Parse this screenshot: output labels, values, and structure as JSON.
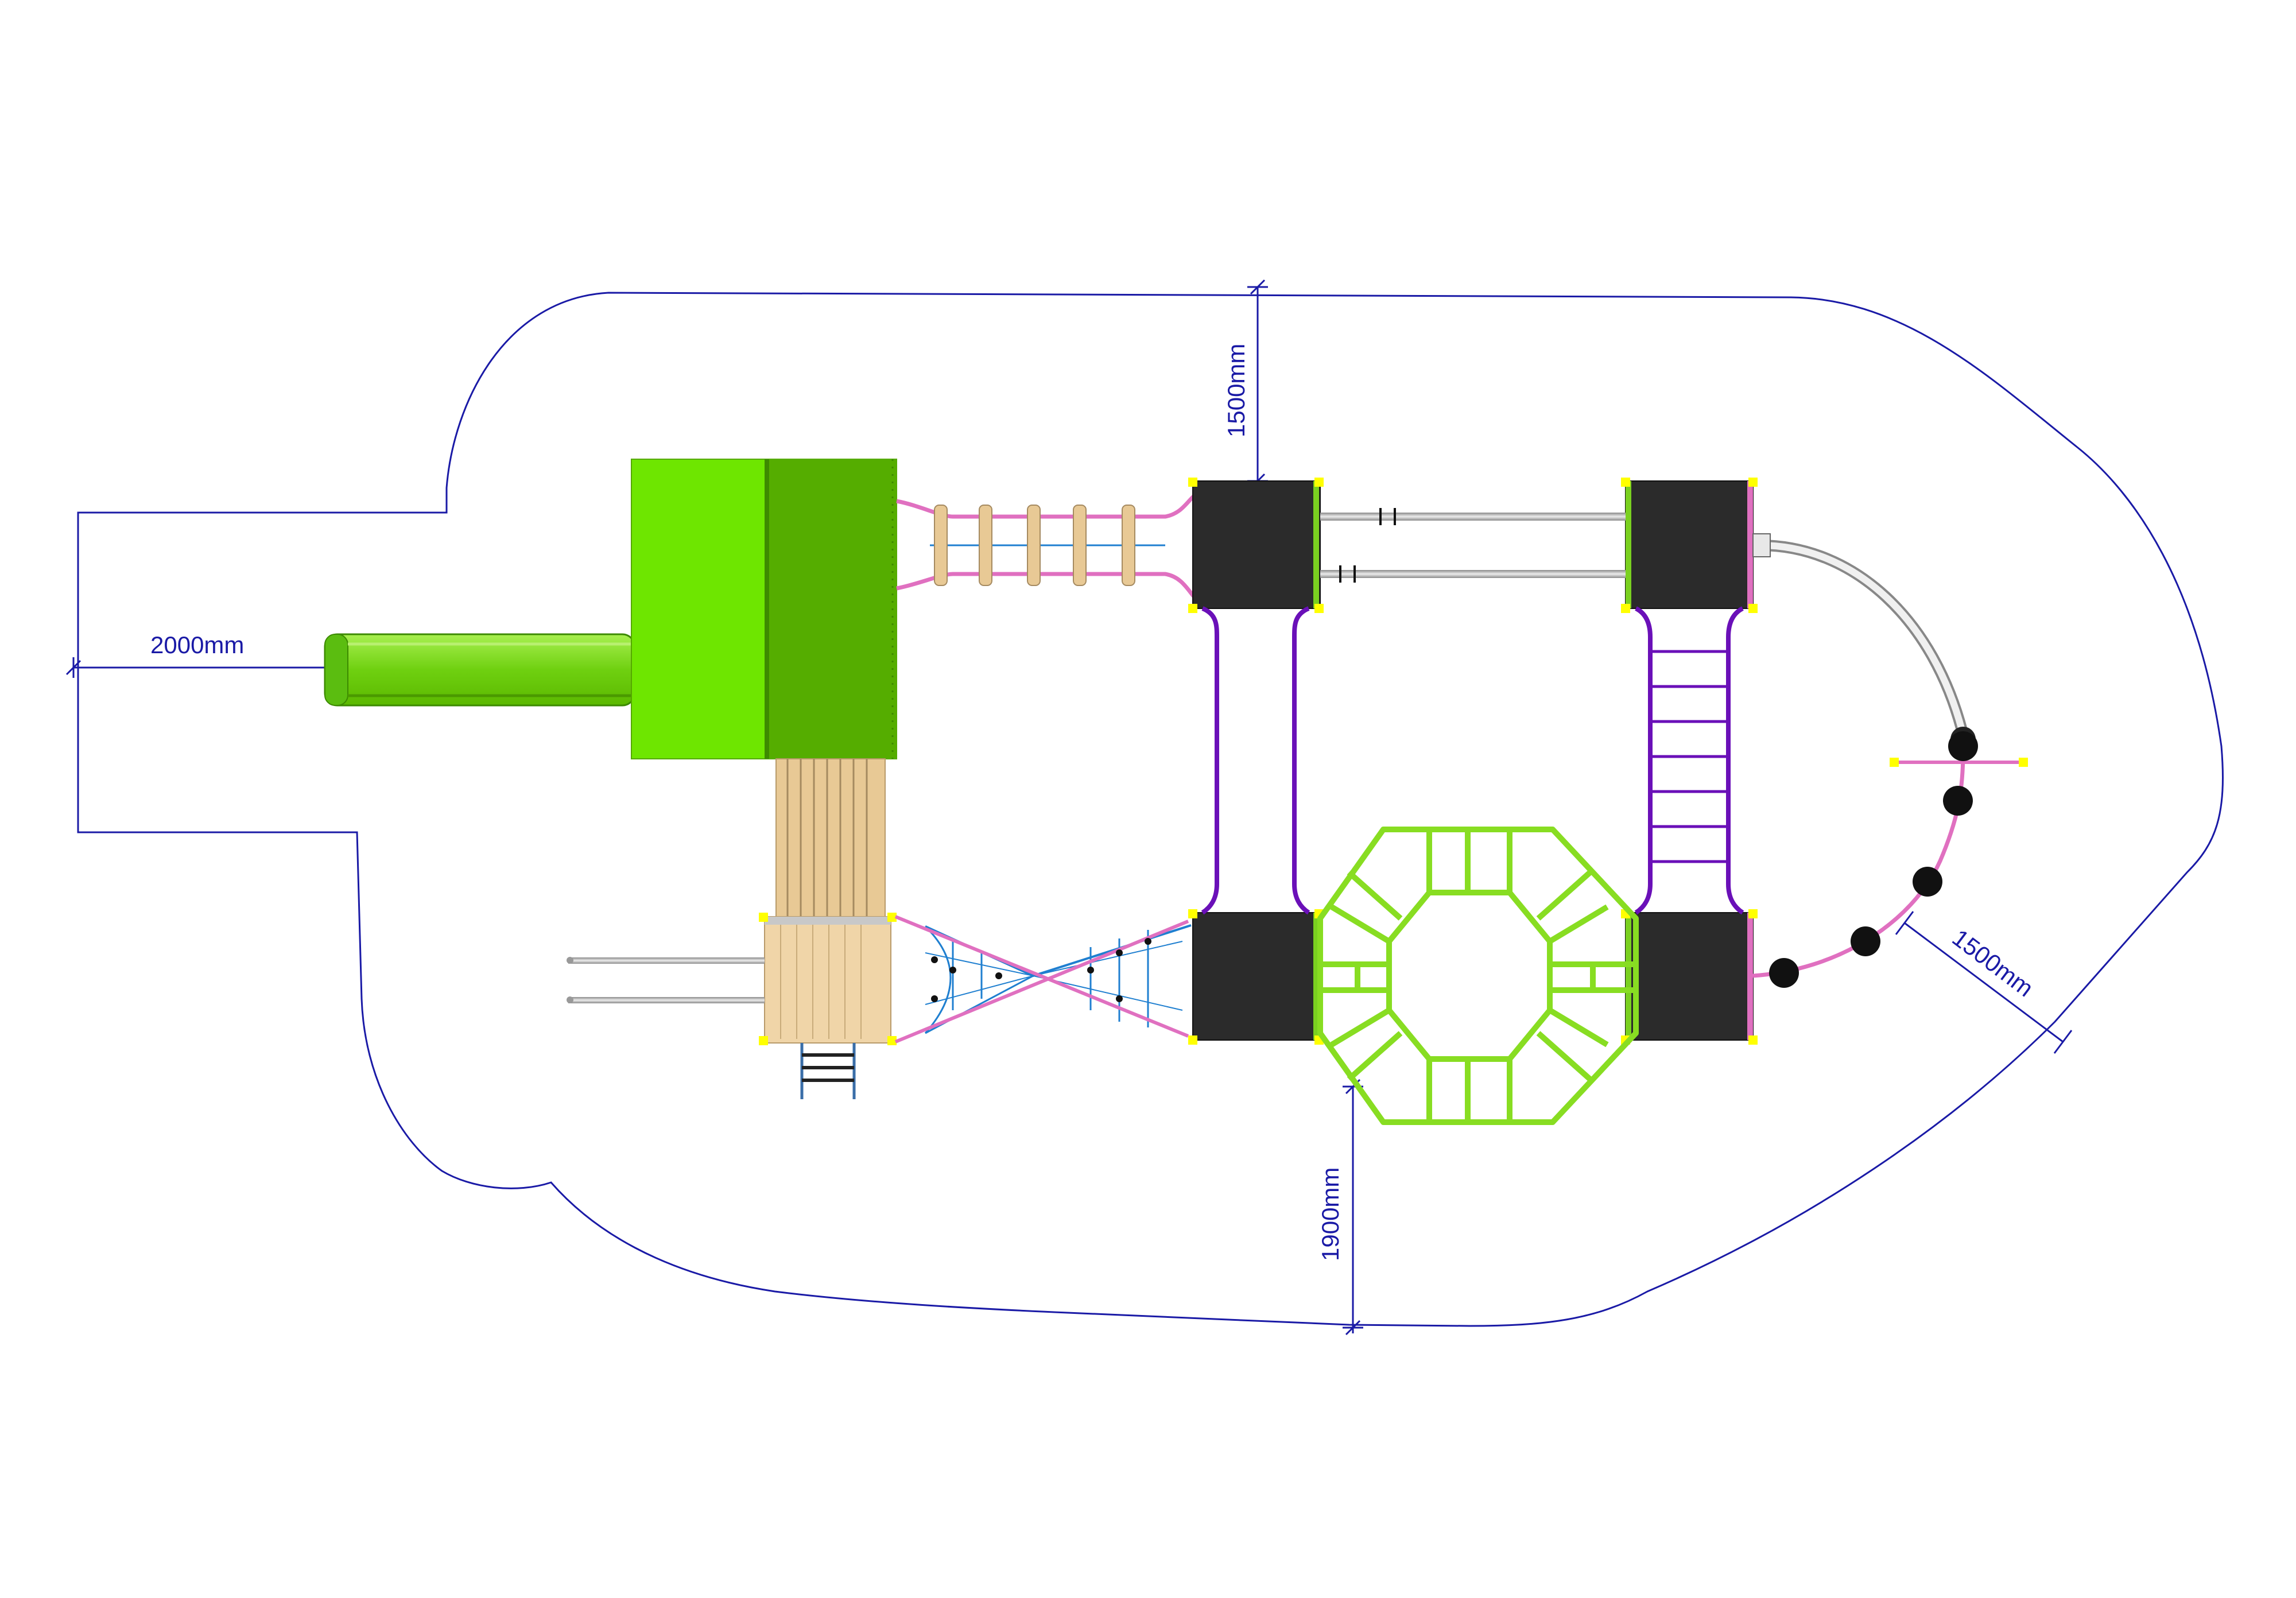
{
  "drawing": {
    "dimensions": {
      "left_clearance": "2000mm",
      "top_clearance": "1500mm",
      "bottom_clearance": "1900mm",
      "right_clearance": "1500mm"
    }
  },
  "colors": {
    "boundary_line": "#1a1aa6",
    "roof_light": "#6ee600",
    "roof_dark": "#55ad00",
    "slide": "#7ddc1f",
    "platform": "#2b2b2b",
    "post_cap": "#ffff00",
    "pink_rail": "#e070c0",
    "purple_rail": "#6a10b8",
    "climber_green": "#88dd22",
    "wood": "#e8c995",
    "net": "#1f7fd0",
    "steel": "#b8b8b8"
  }
}
